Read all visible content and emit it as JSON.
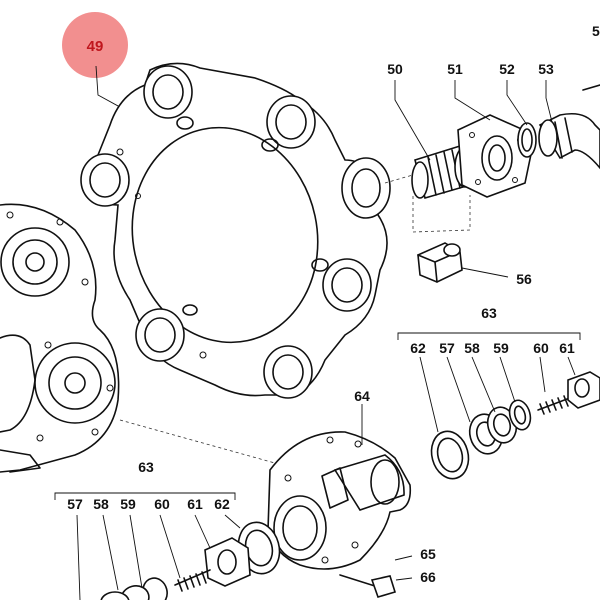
{
  "highlight": {
    "label": "49",
    "color": "#f07b7b",
    "text_color": "#c0161d"
  },
  "labels": {
    "p50": "50",
    "p51": "51",
    "p52": "52",
    "p53": "53",
    "p5x": "5",
    "p56": "56",
    "p63a": "63",
    "p62a": "62",
    "p57a": "57",
    "p58a": "58",
    "p59a": "59",
    "p60a": "60",
    "p61a": "61",
    "p64": "64",
    "p63b": "63",
    "p57b": "57",
    "p58b": "58",
    "p59b": "59",
    "p60b": "60",
    "p61b": "61",
    "p62b": "62",
    "p65": "65",
    "p66": "66"
  }
}
